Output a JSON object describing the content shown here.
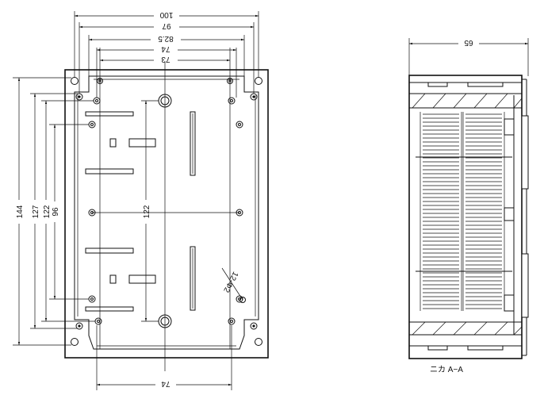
{
  "front_view": {
    "dims_top": [
      "100",
      "97",
      "82.5",
      "74",
      "73"
    ],
    "dims_left": [
      "144",
      "127",
      "122",
      "96"
    ],
    "dim_center": "122",
    "dim_bottom": "74",
    "hole_note": "12-Φ2"
  },
  "section_view": {
    "dim_top": "65",
    "caption": "ニカ A−A"
  }
}
